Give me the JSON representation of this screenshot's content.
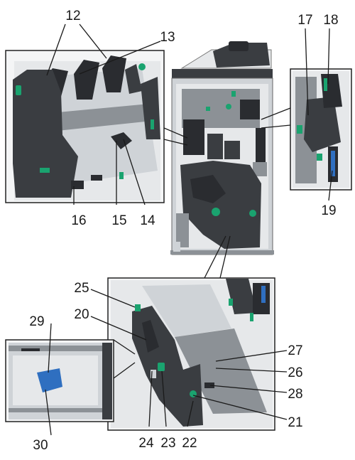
{
  "callouts": {
    "c12": "12",
    "c13": "13",
    "c14": "14",
    "c15": "15",
    "c16": "16",
    "c17": "17",
    "c18": "18",
    "c19": "19",
    "c20": "20",
    "c21": "21",
    "c22": "22",
    "c23": "23",
    "c24": "24",
    "c25": "25",
    "c26": "26",
    "c27": "27",
    "c28": "28",
    "c29": "29",
    "c30": "30"
  },
  "colors": {
    "part_dark": "#3a3d41",
    "grip_green": "#1aa36f",
    "tab_blue": "#2f6fc0",
    "panel_border": "#222222"
  }
}
